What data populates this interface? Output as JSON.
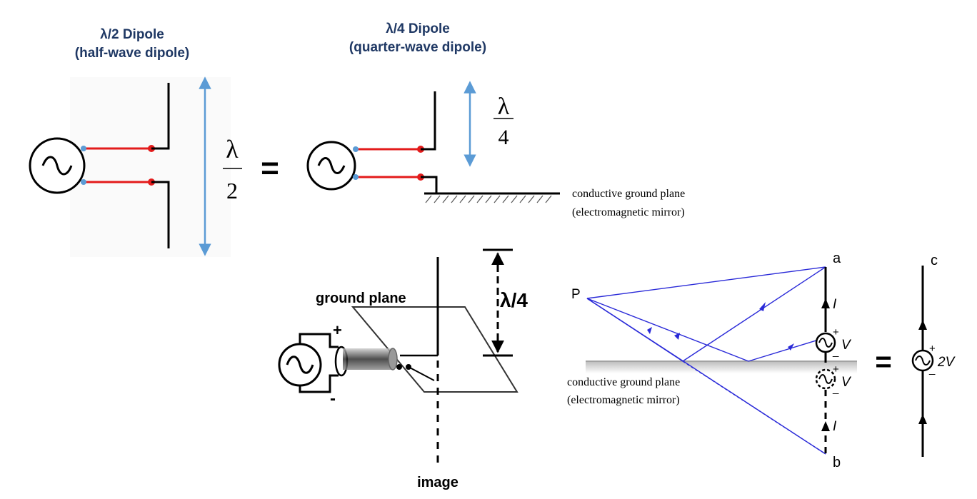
{
  "half_wave": {
    "title": "λ/2 Dipole",
    "subtitle": "(half-wave dipole)",
    "length_num": "λ",
    "length_den": "2"
  },
  "equals": "=",
  "quarter_wave": {
    "title": "λ/4 Dipole",
    "subtitle": "(quarter-wave dipole)",
    "length_num": "λ",
    "length_den": "4",
    "ground_plane_line1": "conductive ground plane",
    "ground_plane_line2": "(electromagnetic mirror)"
  },
  "monopole": {
    "ground_plane_label": "ground plane",
    "height_label": "λ/4",
    "plus": "+",
    "minus": "-",
    "image_label": "image"
  },
  "image_theory": {
    "point_label": "P",
    "top_label": "a",
    "bottom_label": "b",
    "equiv_label": "c",
    "current_label": "I",
    "voltage_label": "V",
    "plus": "+",
    "minus": "_",
    "equals": "=",
    "equiv_voltage": "2V",
    "mirror_line1": "conductive ground plane",
    "mirror_line2": "(electromagnetic mirror)"
  },
  "colors": {
    "title": "#1f3864",
    "feed_line": "#e31b1b",
    "dimension_arrow": "#5b9bd5",
    "ray": "#2a2ad8",
    "black": "#000000"
  }
}
